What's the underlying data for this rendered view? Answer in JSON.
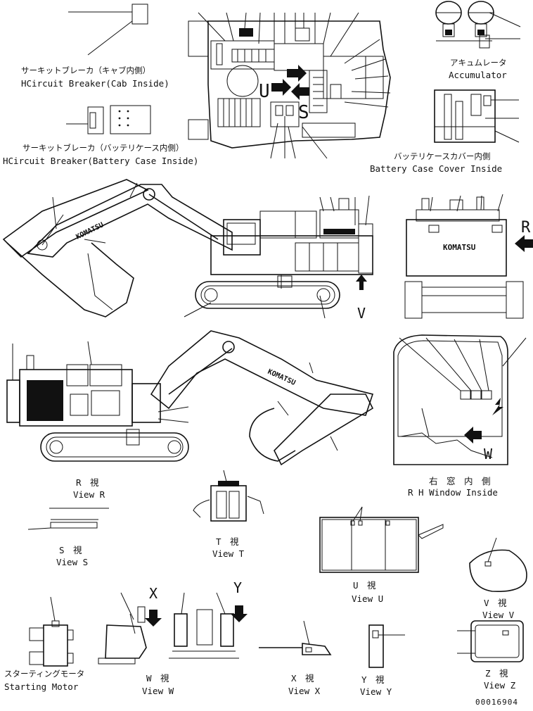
{
  "labels": {
    "cb_cab_jp": "サーキットブレーカ（キャブ内側）",
    "cb_cab_en": "HCircuit Breaker(Cab Inside)",
    "cb_batt_jp": "サーキットブレーカ（バッテリケース内側）",
    "cb_batt_en": "HCircuit Breaker(Battery Case Inside)",
    "accum_jp": "アキュムレータ",
    "accum_en": "Accumulator",
    "batt_cover_jp": "バッテリケースカバー内側",
    "batt_cover_en": "Battery Case Cover Inside",
    "view_r_jp": "R　視",
    "view_r_en": "View R",
    "rh_window_jp": "右　窓　内　側",
    "rh_window_en": "R H  Window Inside",
    "view_s_jp": "S　視",
    "view_s_en": "View S",
    "view_t_jp": "T　視",
    "view_t_en": "View T",
    "view_u_jp": "U　視",
    "view_u_en": "View U",
    "view_v_jp": "V　視",
    "view_v_en": "View V",
    "starting_motor_jp": "スターティングモータ",
    "starting_motor_en": "Starting Motor",
    "view_w_jp": "W　視",
    "view_w_en": "View W",
    "view_x_jp": "X　視",
    "view_x_en": "View X",
    "view_y_jp": "Y　視",
    "view_y_en": "View Y",
    "view_z_jp": "Z　視",
    "view_z_en": "View Z",
    "drawing_number": "00016904"
  },
  "markers": {
    "r": "R",
    "s": "S",
    "u": "U",
    "v": "V",
    "w": "W",
    "x": "X",
    "y": "Y"
  },
  "brand": "KOMATSU"
}
